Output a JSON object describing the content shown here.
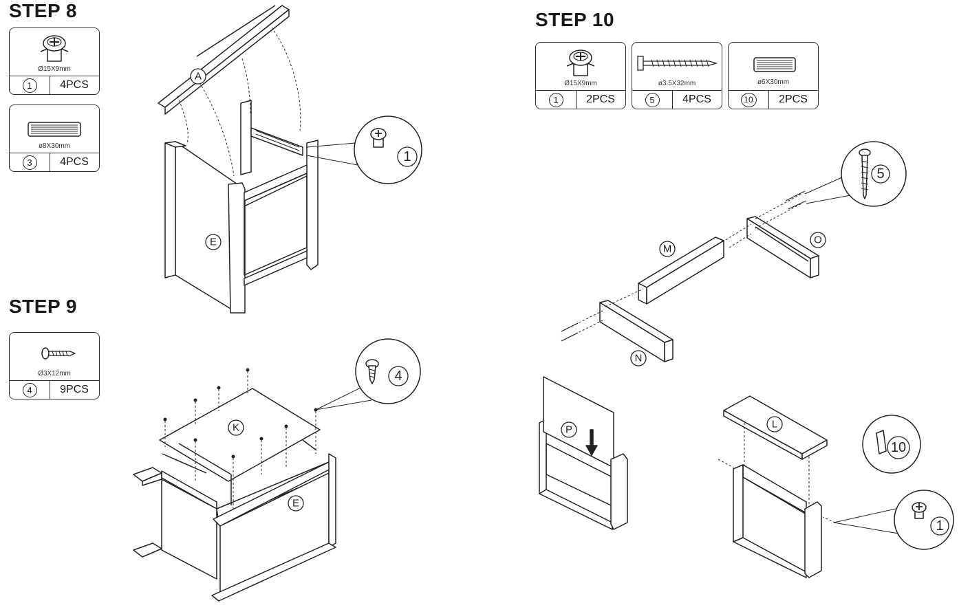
{
  "steps": [
    {
      "title": "STEP 8"
    },
    {
      "title": "STEP 9"
    },
    {
      "title": "STEP 10"
    }
  ],
  "parts": {
    "step8": [
      {
        "icon": "cam-lock-icon",
        "size": "Ø15X9mm",
        "num": "1",
        "qty": "4PCS"
      },
      {
        "icon": "wood-dowel-icon",
        "size": "ø8X30mm",
        "num": "3",
        "qty": "4PCS"
      }
    ],
    "step9": [
      {
        "icon": "short-screw-icon",
        "size": "Ø3X12mm",
        "num": "4",
        "qty": "9PCS"
      }
    ],
    "step10": [
      {
        "icon": "cam-lock-icon",
        "size": "Ø15X9mm",
        "num": "1",
        "qty": "2PCS"
      },
      {
        "icon": "long-screw-icon",
        "size": "ø3.5X32mm",
        "num": "5",
        "qty": "4PCS"
      },
      {
        "icon": "wood-dowel-icon",
        "size": "ø6X30mm",
        "num": "10",
        "qty": "2PCS"
      }
    ]
  },
  "panel_labels": {
    "A": "A",
    "E8": "E",
    "K": "K",
    "E9": "E",
    "M": "M",
    "O": "O",
    "N": "N",
    "P": "P",
    "L": "L"
  },
  "callouts": {
    "step8_cam": "1",
    "step9_screw": "4",
    "step10_screw": "5",
    "step10_dowel": "10",
    "step10_cam": "1"
  }
}
